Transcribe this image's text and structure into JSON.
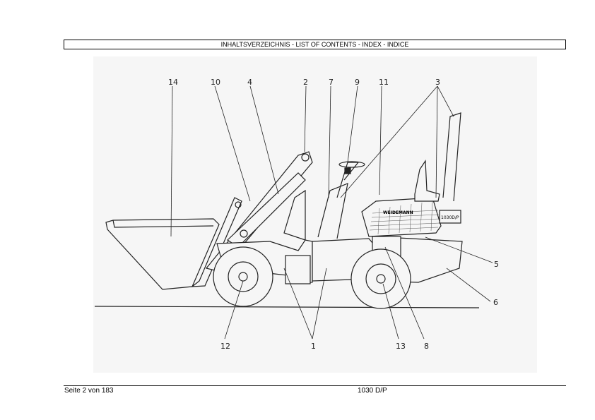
{
  "header": {
    "title": "INHALTSVERZEICHNIS - LIST OF CONTENTS - INDEX - INDICE"
  },
  "figure": {
    "callouts": [
      "14",
      "10",
      "4",
      "2",
      "7",
      "9",
      "11",
      "3",
      "5",
      "6",
      "8",
      "13",
      "1",
      "12"
    ],
    "brand_label": "WEIDEMANN",
    "model_plate": "1030D/P"
  },
  "footer": {
    "page": "Seite 2 von 183",
    "model": "1030 D/P"
  }
}
